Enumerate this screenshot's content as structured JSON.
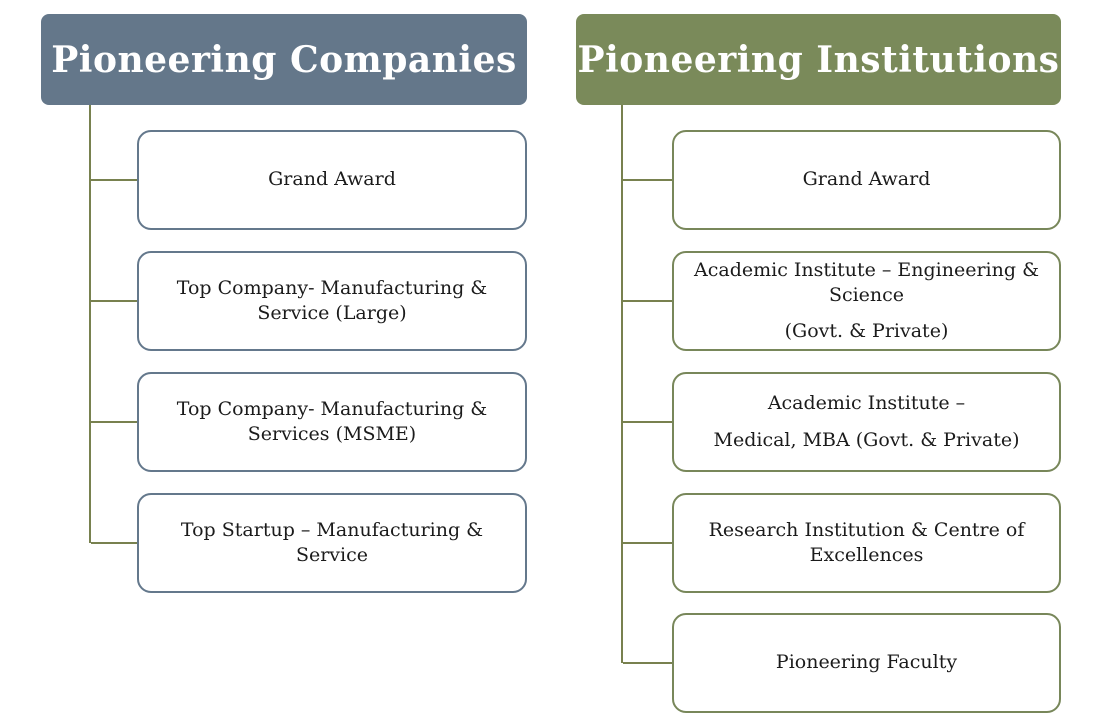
{
  "palette": {
    "left_header_bg": "#64778a",
    "right_header_bg": "#7a8a5a",
    "left_box_border": "#64788c",
    "right_box_border": "#78875a",
    "connector": "#78814f",
    "header_text": "#ffffff",
    "body_text": "#1b1b1b"
  },
  "left": {
    "title": "Pioneering Companies",
    "items": [
      {
        "p1": [
          "Grand Award"
        ]
      },
      {
        "p1": [
          "Top Company- Manufacturing &",
          "Service (Large)"
        ]
      },
      {
        "p1": [
          "Top Company- Manufacturing &",
          "Services (MSME)"
        ]
      },
      {
        "p1": [
          "Top Startup – Manufacturing &",
          "Service"
        ]
      }
    ]
  },
  "right": {
    "title": "Pioneering Institutions",
    "items": [
      {
        "p1": [
          "Grand Award"
        ]
      },
      {
        "p1": [
          "Academic Institute – Engineering &",
          "Science"
        ],
        "p2": [
          "(Govt. & Private)"
        ]
      },
      {
        "p1": [
          "Academic Institute –"
        ],
        "p2": [
          "Medical, MBA (Govt. & Private)"
        ]
      },
      {
        "p1": [
          "Research Institution & Centre of",
          "Excellences"
        ]
      },
      {
        "p1": [
          "Pioneering Faculty"
        ]
      }
    ]
  }
}
